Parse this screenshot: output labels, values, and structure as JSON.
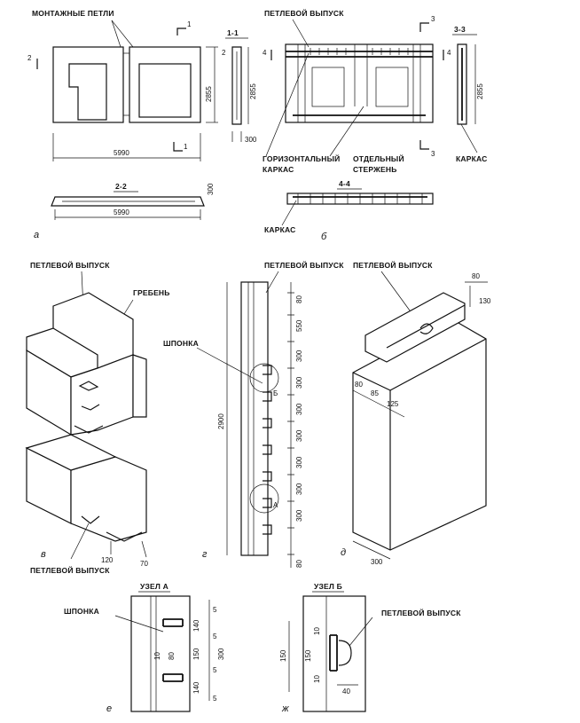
{
  "labels": {
    "mounting_loops": "МОНТАЖНЫЕ ПЕТЛИ",
    "loop_outlet": "ПЕТЛЕВОЙ ВЫПУСК",
    "horizontal_frame": "ГОРИЗОНТАЛЬНЫЙ",
    "frame": "КАРКАС",
    "separate": "ОТДЕЛЬНЫЙ",
    "rod": "СТЕРЖЕНЬ",
    "ridge": "ГРЕБЕНЬ",
    "key": "ШПОНКА",
    "node_a": "УЗЕЛ А",
    "node_b": "УЗЕЛ Б"
  },
  "sections": {
    "s11": "1-1",
    "s22": "2-2",
    "s33": "3-3",
    "s44": "4-4",
    "n1": "1",
    "n2": "2",
    "n3": "3",
    "n4": "4",
    "mark_a": "А",
    "mark_b": "Б"
  },
  "captions": [
    "а",
    "б",
    "в",
    "г",
    "д",
    "е",
    "ж"
  ],
  "dims": {
    "length": "5990",
    "height": "2855",
    "thick": "300",
    "g_total": "2900",
    "g_seq": [
      "80",
      "550",
      "300",
      "300",
      "300",
      "300",
      "300",
      "300",
      "300",
      "80"
    ],
    "d": [
      "80",
      "130",
      "80",
      "85",
      "125",
      "300"
    ],
    "v": [
      "120",
      "70"
    ],
    "e": [
      "5",
      "140",
      "5",
      "10",
      "80",
      "150",
      "300",
      "5",
      "140",
      "5"
    ],
    "zh": [
      "10",
      "150",
      "150",
      "10",
      "40"
    ]
  }
}
